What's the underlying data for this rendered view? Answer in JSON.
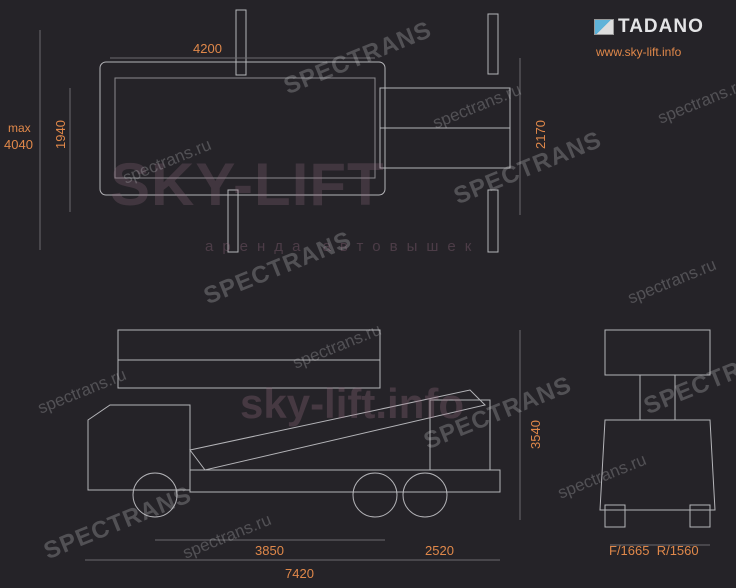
{
  "brand": {
    "logo_text": "TADANO",
    "website": "www.sky-lift.info"
  },
  "dimensions": {
    "top_length": "4200",
    "max_width_label": "max",
    "max_width_value": "4040",
    "body_width": "1940",
    "outrigger_width": "2170",
    "height": "3540",
    "wheelbase": "3850",
    "rear_overhang": "2520",
    "total_length": "7420",
    "track": "F/1665  R/1560"
  },
  "watermarks": [
    "SPECTRANS",
    "spectrans.ru",
    "sky-lift.info",
    "SKY-LIFT",
    "аренда автовышек"
  ],
  "colors": {
    "background": "#252328",
    "label": "#e0884a",
    "line": "#b8b8bc"
  }
}
